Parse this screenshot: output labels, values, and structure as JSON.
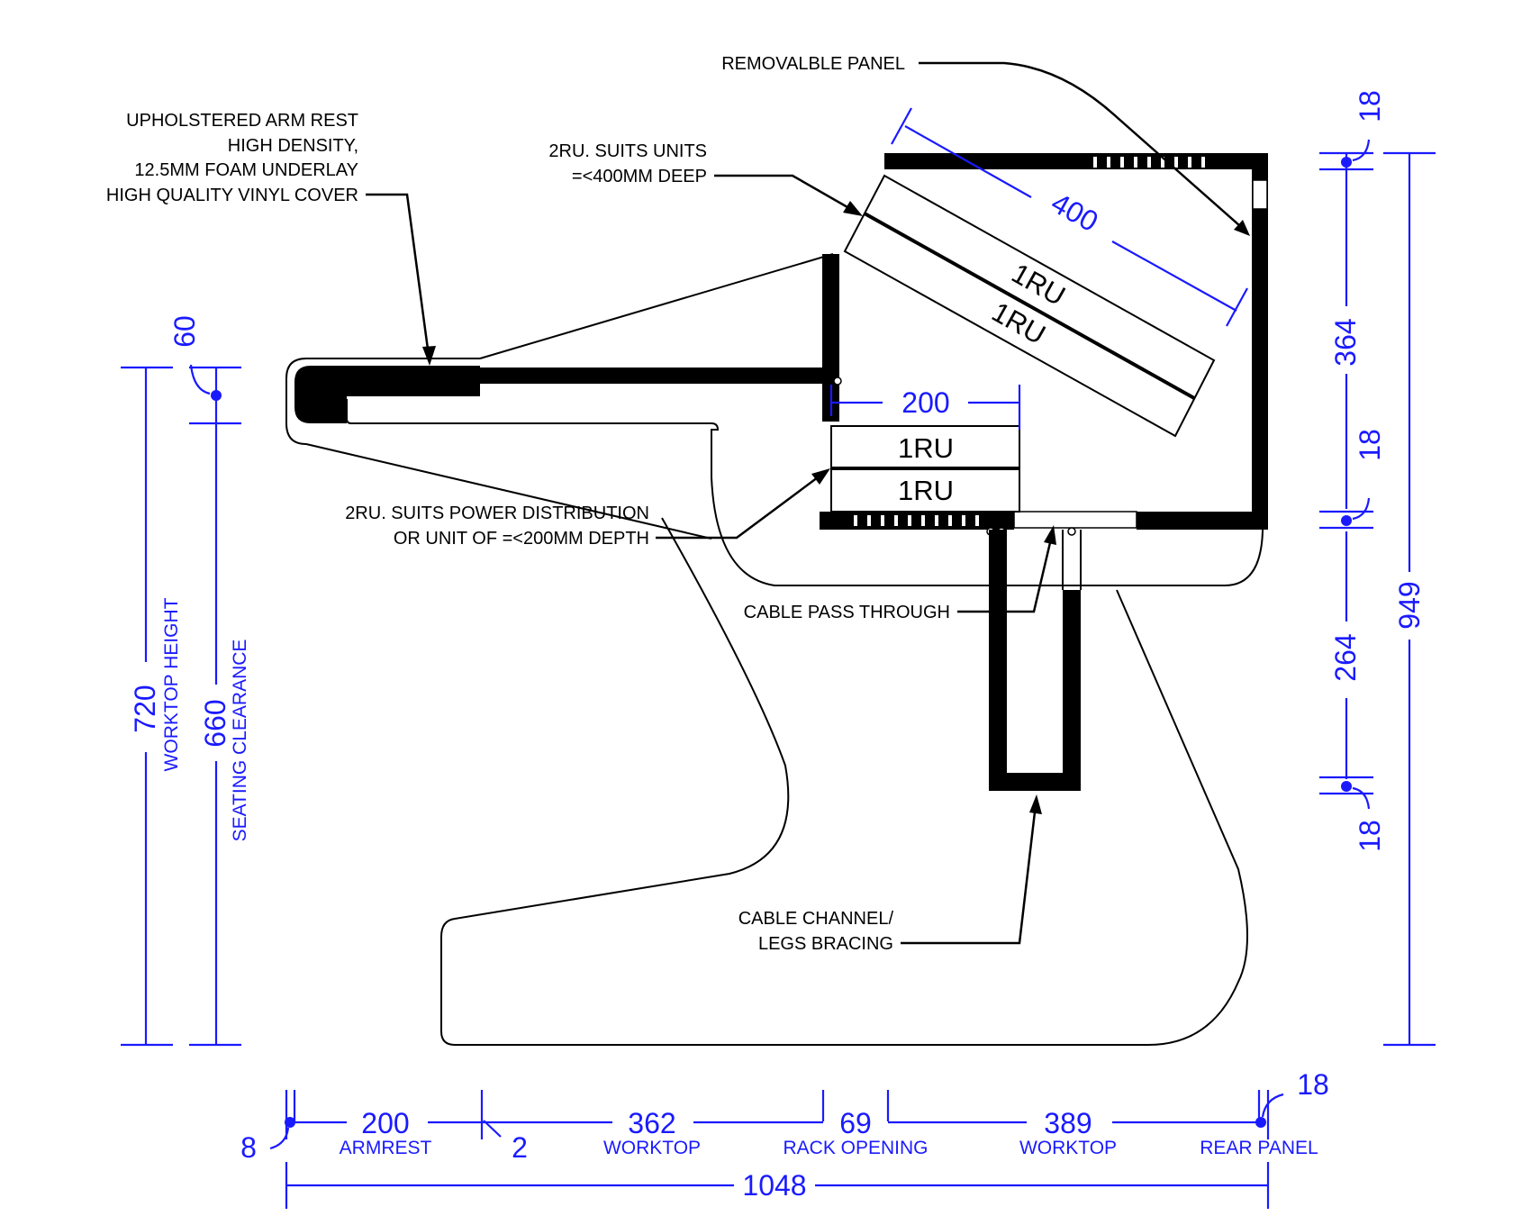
{
  "labels": {
    "removable_panel": "REMOVALBLE PANEL",
    "armrest_lines": [
      "UPHOLSTERED ARM REST",
      "HIGH DENSITY,",
      "12.5MM  FOAM UNDERLAY",
      "HIGH QUALITY VINYL COVER"
    ],
    "ru_upper_lines": [
      "2RU. SUITS UNITS",
      "=<400MM DEEP"
    ],
    "ru_lower_lines": [
      "2RU. SUITS POWER DISTRIBUTION",
      "OR UNIT OF =<200MM DEPTH"
    ],
    "cable_pass": "CABLE PASS THROUGH",
    "cable_channel_lines": [
      "CABLE CHANNEL/",
      "LEGS BRACING"
    ],
    "ru_unit": "1RU"
  },
  "dimensions": {
    "rack_depth": "400",
    "shelf_depth": "200",
    "right": {
      "top_panel": "18",
      "upper_span": "364",
      "mid_panel": "18",
      "lower_span": "264",
      "bottom_panel": "18",
      "overall": "949"
    },
    "left": {
      "armrest_thickness": "60",
      "worktop_height": "720",
      "worktop_height_label": "WORKTOP HEIGHT",
      "seating_clearance": "660",
      "seating_clearance_label": "SEATING CLEARANCE"
    },
    "bottom": {
      "edge_offset": "8",
      "armrest": "200",
      "armrest_label": "ARMREST",
      "gap": "2",
      "worktop_front": "362",
      "worktop_front_label": "WORKTOP",
      "rack_opening": "69",
      "rack_opening_label": "RACK OPENING",
      "worktop_rear": "389",
      "worktop_rear_label": "WORKTOP",
      "rear_panel": "18",
      "rear_panel_label": "REAR PANEL",
      "overall": "1048"
    }
  },
  "colors": {
    "dimension": "#1a1aff",
    "line": "#000000"
  }
}
